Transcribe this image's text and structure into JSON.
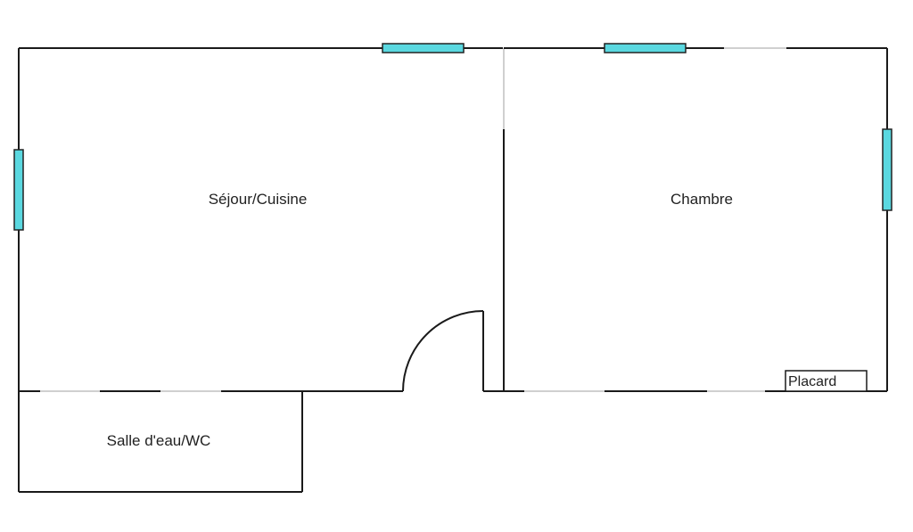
{
  "rooms": {
    "sejour": {
      "label": "Séjour/Cuisine"
    },
    "chambre": {
      "label": "Chambre"
    },
    "salle_eau": {
      "label": "Salle d'eau/WC"
    }
  },
  "fixtures": {
    "placard": {
      "label": "Placard"
    }
  },
  "colors": {
    "wall": "#1a1a1a",
    "window_fill": "#5ad8e0",
    "window_stroke": "#222222",
    "opening": "#d0d0d0",
    "background": "#ffffff"
  }
}
